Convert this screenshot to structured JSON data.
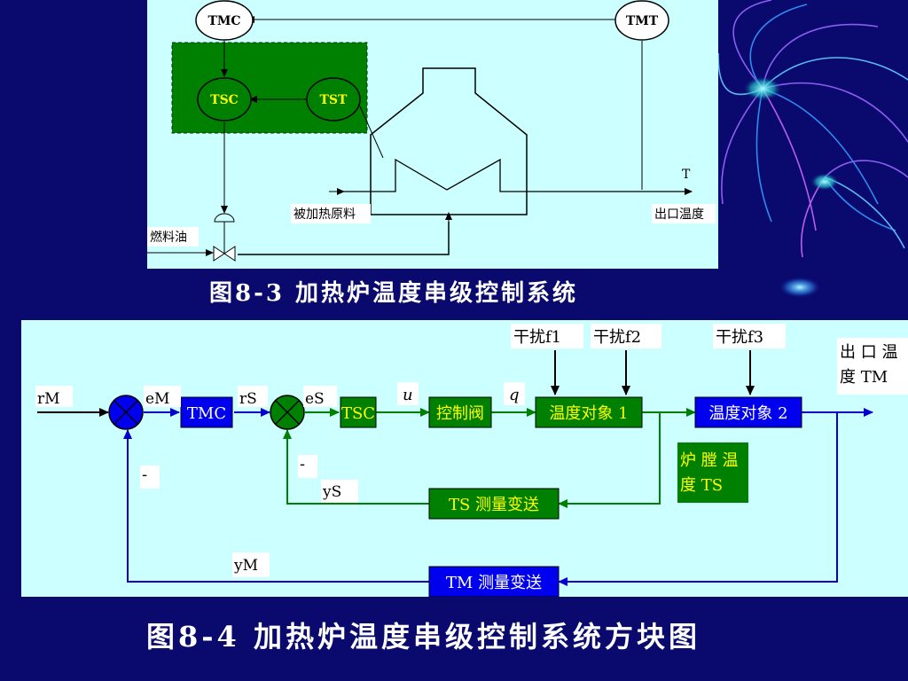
{
  "fig83": {
    "caption": "图8-3  加热炉温度串级控制系统",
    "tmc": "TMC",
    "tmt": "TMT",
    "tsc": "TSC",
    "tst": "TST",
    "t_label": "T",
    "material": "被加热原料",
    "outlet_temp": "出口温度",
    "fuel": "燃料油"
  },
  "fig84": {
    "caption": "图8-4  加热炉温度串级控制系统方块图",
    "rM": "rM",
    "eM": "eM",
    "rS": "rS",
    "eS": "eS",
    "u": "u",
    "q": "q",
    "yS": "yS",
    "yM": "yM",
    "minus1": "-",
    "minus2": "-",
    "tmc_block": "TMC",
    "tsc_block": "TSC",
    "valve_block": "控制阀",
    "obj1": "温度对象 1",
    "obj2": "温度对象 2",
    "ts_meas": "TS 测量变送",
    "tm_meas": "TM 测量变送",
    "dist1": "干扰f1",
    "dist2": "干扰f2",
    "dist3": "干扰f3",
    "out_label": "出 口 温 度 TM",
    "furnace_temp": "炉 膛 温 度 TS"
  },
  "colors": {
    "panel": "#ccffff",
    "background": "#0a0a6e",
    "green_block": "#008000",
    "blue_block": "#0000ee",
    "green_line": "#008000",
    "blue_line": "#0000cc",
    "yellow_text": "#ffff00"
  }
}
